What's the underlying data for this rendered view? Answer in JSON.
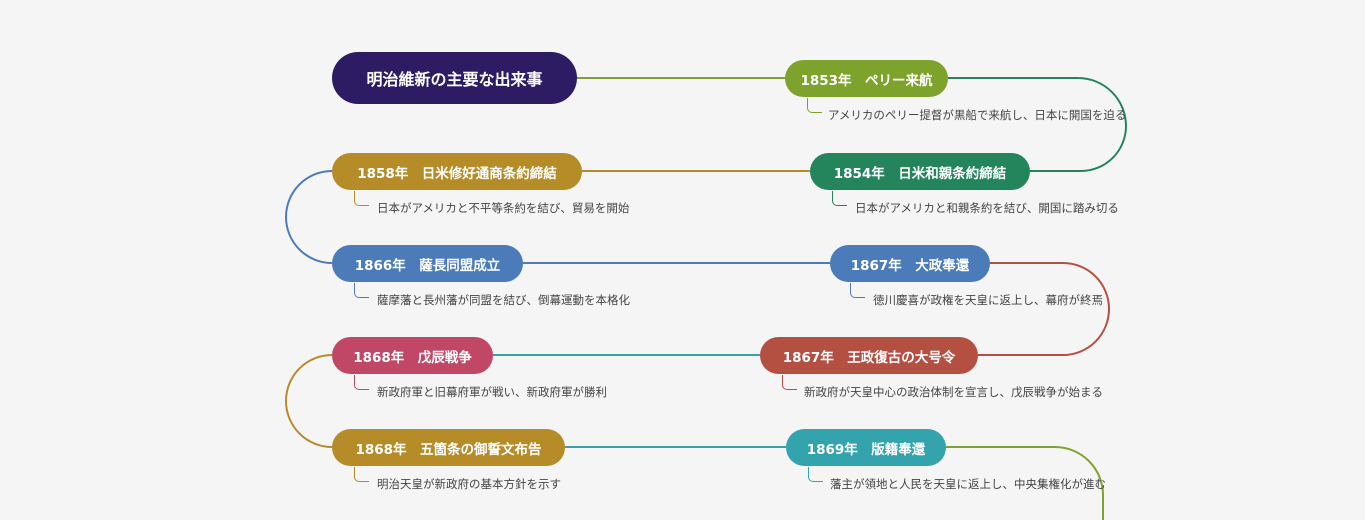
{
  "title": "明治維新の主要な出来事",
  "events": [
    {
      "label": "1853年　ペリー来航",
      "note": "アメリカのペリー提督が黒船で来航し、日本に開国を迫る",
      "color": "#7ea32d"
    },
    {
      "label": "1854年　日米和親条約締結",
      "note": "日本がアメリカと和親条約を結び、開国に踏み切る",
      "color": "#24855d"
    },
    {
      "label": "1858年　日米修好通商条約締結",
      "note": "日本がアメリカと不平等条約を結び、貿易を開始",
      "color": "#b58c27"
    },
    {
      "label": "1866年　薩長同盟成立",
      "note": "薩摩藩と長州藩が同盟を結び、倒幕運動を本格化",
      "color": "#4b7bb9"
    },
    {
      "label": "1867年　大政奉還",
      "note": "徳川慶喜が政権を天皇に返上し、幕府が終焉",
      "color": "#4b7bb9"
    },
    {
      "label": "1867年　王政復古の大号令",
      "note": "新政府が天皇中心の政治体制を宣言し、戊辰戦争が始まる",
      "color": "#b35042"
    },
    {
      "label": "1868年　戊辰戦争",
      "note": "新政府軍と旧幕府軍が戦い、新政府軍が勝利",
      "color": "#c04866"
    },
    {
      "label": "1868年　五箇条の御誓文布告",
      "note": "明治天皇が新政府の基本方針を示す",
      "color": "#b58c27"
    },
    {
      "label": "1869年　版籍奉還",
      "note": "藩主が領地と人民を天皇に返上し、中央集権化が進む",
      "color": "#33a3ad"
    }
  ]
}
